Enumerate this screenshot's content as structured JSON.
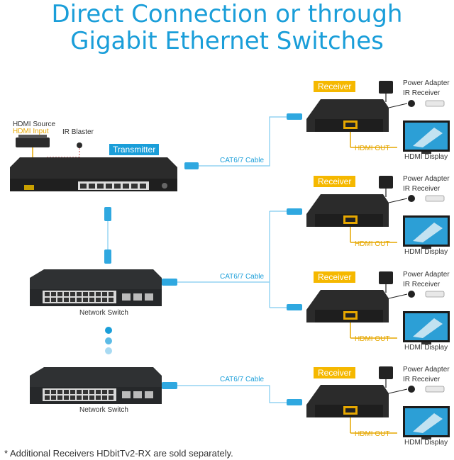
{
  "title": {
    "line1": "Direct Connection or through",
    "line2": "Gigabit Ethernet Switches"
  },
  "transmitter": {
    "badge": "Transmitter",
    "hdmi_source": "HDMI Source",
    "hdmi_input": "HDMI Input",
    "ir_blaster": "IR Blaster"
  },
  "switches": [
    {
      "label": "Network Switch"
    },
    {
      "label": "Network Switch"
    }
  ],
  "cable_labels": [
    "CAT6/7 Cable",
    "CAT6/7 Cable",
    "CAT6/7 Cable"
  ],
  "receivers": [
    {
      "badge": "Receiver",
      "power": "Power Adapter",
      "ir": "IR Receiver",
      "out": "HDMI OUT",
      "display": "HDMI Display"
    },
    {
      "badge": "Receiver",
      "power": "Power Adapter",
      "ir": "IR Receiver",
      "out": "HDMI OUT",
      "display": "HDMI Display"
    },
    {
      "badge": "Receiver",
      "power": "Power Adapter",
      "ir": "IR Receiver",
      "out": "HDMI OUT",
      "display": "HDMI Display"
    },
    {
      "badge": "Receiver",
      "power": "Power Adapter",
      "ir": "IR Receiver",
      "out": "HDMI OUT",
      "display": "HDMI Display"
    }
  ],
  "footnote": "* Additional Receivers HDbitTv2-RX are sold separately.",
  "colors": {
    "title_blue": "#1a9ed9",
    "receiver_badge": "#f5b800",
    "hdmi_out_gold": "#e6a700",
    "cable_blue": "#2fa8e0",
    "device_dark": "#2b2b2b"
  }
}
